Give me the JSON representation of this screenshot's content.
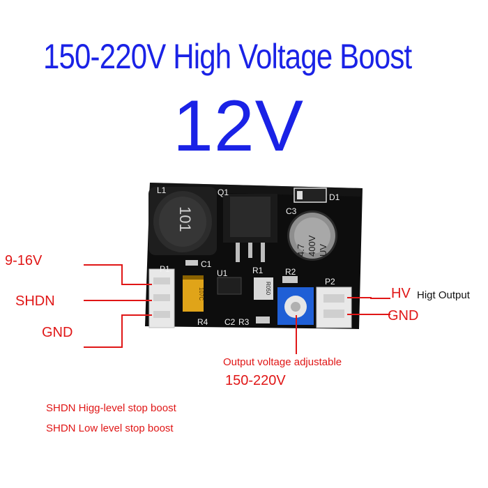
{
  "title": "150-220V High Voltage Boost",
  "subtitle": "12V",
  "labels": {
    "input_voltage": "9-16V",
    "shdn": "SHDN",
    "gnd_in": "GND",
    "hv": "HV",
    "hv_note": "Higt Output",
    "gnd_out": "GND",
    "adjust_line1": "Output voltage adjustable",
    "adjust_line2": "150-220V",
    "note1": "SHDN Higg-level stop boost",
    "note2": "SHDN Low level stop boost"
  },
  "silkscreen": {
    "l1": "L1",
    "q1": "Q1",
    "d1": "D1",
    "c3": "C3",
    "c1": "C1",
    "u1": "U1",
    "r1": "R1",
    "r2": "R2",
    "p1": "P1",
    "p2": "P2",
    "r4": "R4",
    "c2": "C2",
    "r3": "R3",
    "inductor_code": "101",
    "cap_spec_a": "4.7",
    "cap_spec_b": "400V",
    "cap_spec_c": "UV",
    "resistor_code": "R050",
    "tant_code": "107C"
  },
  "colors": {
    "title": "#1a22e6",
    "labels": "#e01616",
    "pcb": "#0d0d0d",
    "trimmer": "#1f5fd6"
  }
}
